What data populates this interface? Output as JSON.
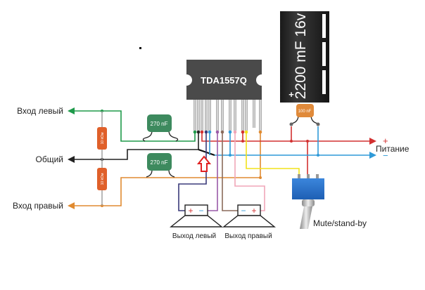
{
  "labels": {
    "input_left": "Вход левый",
    "common": "Общий",
    "input_right": "Вход правый",
    "power": "Питание",
    "power_plus": "+",
    "power_minus": "−",
    "output_left": "Выход левый",
    "output_right": "Выход правый",
    "mute": "Mute/stand-by"
  },
  "components": {
    "ic": "TDA1557Q",
    "big_cap": "2200 mF 16v",
    "big_cap_polarity": "+",
    "small_cap": "100 nF",
    "input_cap_left": "270 nF",
    "input_cap_right": "270 nF",
    "resistor_top": "10 kOм",
    "resistor_bottom": "10 kOм",
    "speaker_left_pins": [
      "+",
      "−"
    ],
    "speaker_right_pins": [
      "−",
      "+"
    ]
  },
  "colors": {
    "left_in": "#1e9a4a",
    "common": "#222222",
    "right_in": "#e08a30",
    "plus": "#d23030",
    "minus": "#2f9ad8",
    "mute": "#f2e21a",
    "purple": "#9a5aa8",
    "navy": "#3a3a7a",
    "pink": "#f0a6b8",
    "brown": "#8a6a5a",
    "arrow": "#e02020",
    "switch": "#2f6fc8",
    "cap_green": "#3d8a5e",
    "resistor": "#e0602a",
    "small_cap": "#e08a3a"
  },
  "ic_pins": [
    "green",
    "black",
    "red",
    "navy",
    "blue",
    "purple",
    "brown",
    "blue",
    "pink",
    "red",
    "yellow",
    "gray",
    "orange"
  ]
}
